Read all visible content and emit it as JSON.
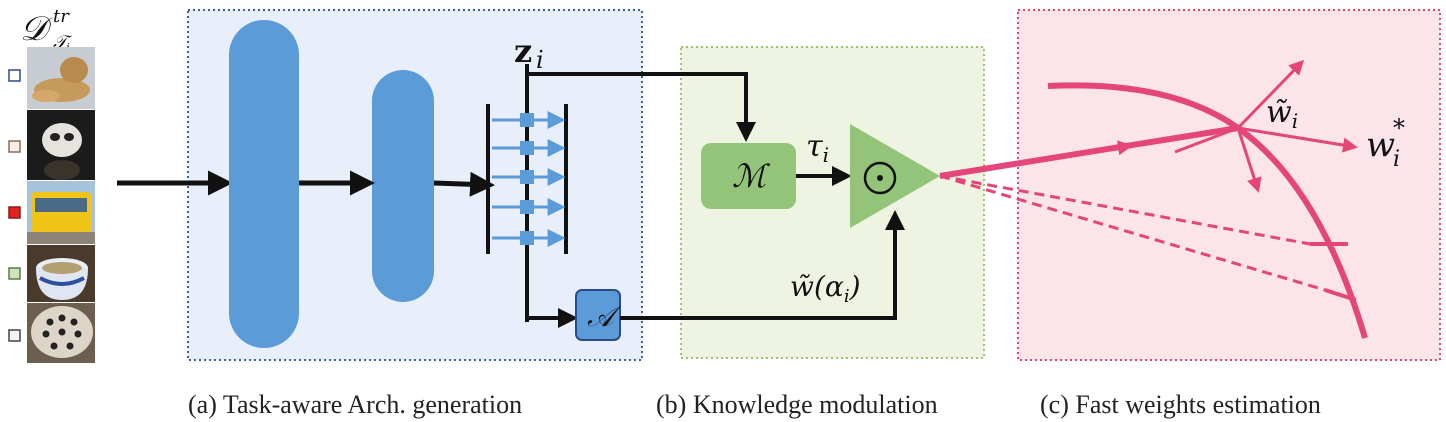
{
  "dataset_label": {
    "base": "𝒟",
    "sup": "tr",
    "sub": "𝒯",
    "subsub": "i"
  },
  "captions": {
    "a": "(a) Task-aware Arch. generation",
    "b": "(b) Knowledge modulation",
    "c": "(c) Fast weights estimation"
  },
  "labels": {
    "z": "z",
    "z_sub": "i",
    "M": "ℳ",
    "tau": "τ",
    "tau_sub": "i",
    "odot": "⊙",
    "A": "𝒜",
    "w_alpha": "w̃(α",
    "w_alpha_sub": "i",
    "w_alpha_close": ")",
    "w_tilde": "w̃",
    "w_tilde_sub": "i",
    "w_star": "w",
    "w_star_sup": "*",
    "w_star_sub": "i"
  },
  "colors": {
    "panel_a_bg": "#e8eefa",
    "panel_a_border": "#3a5fa0",
    "panel_b_bg": "#eef3e2",
    "panel_b_border": "#9dc46a",
    "panel_c_bg": "#fbe4ea",
    "panel_c_border": "#d9466f",
    "blue": "#5b9bd8",
    "green": "#94c47a",
    "pink": "#e5467a"
  }
}
